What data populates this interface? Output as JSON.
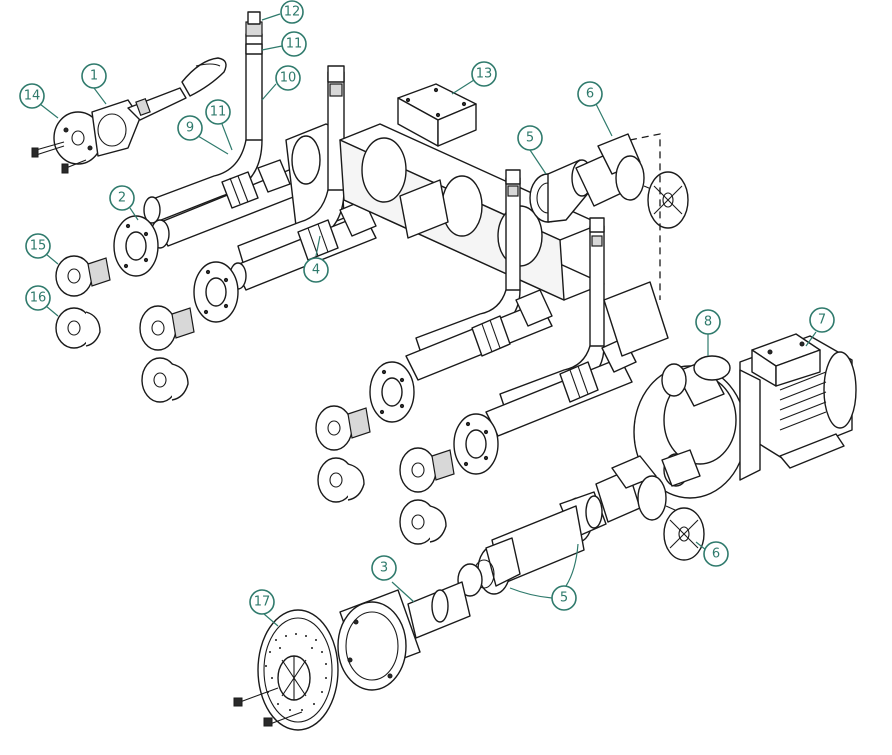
{
  "colors": {
    "callout": "#2f7a6c",
    "line": "#1a1a1a",
    "background": "#ffffff"
  },
  "callouts": [
    {
      "id": "c1",
      "label": "1"
    },
    {
      "id": "c2",
      "label": "2"
    },
    {
      "id": "c3",
      "label": "3"
    },
    {
      "id": "c4",
      "label": "4"
    },
    {
      "id": "c5a",
      "label": "5"
    },
    {
      "id": "c5b",
      "label": "5"
    },
    {
      "id": "c6a",
      "label": "6"
    },
    {
      "id": "c6b",
      "label": "6"
    },
    {
      "id": "c7",
      "label": "7"
    },
    {
      "id": "c8",
      "label": "8"
    },
    {
      "id": "c9",
      "label": "9"
    },
    {
      "id": "c10",
      "label": "10"
    },
    {
      "id": "c11a",
      "label": "11"
    },
    {
      "id": "c11b",
      "label": "11"
    },
    {
      "id": "c12",
      "label": "12"
    },
    {
      "id": "c13",
      "label": "13"
    },
    {
      "id": "c14",
      "label": "14"
    },
    {
      "id": "c15",
      "label": "15"
    },
    {
      "id": "c16",
      "label": "16"
    },
    {
      "id": "c17",
      "label": "17"
    }
  ]
}
